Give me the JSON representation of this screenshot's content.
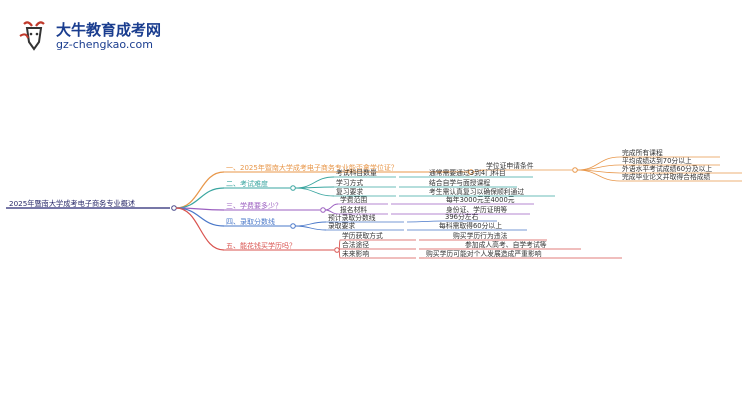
{
  "header": {
    "brand_name": "大牛教育成考网",
    "url": "gz-chengkao.com"
  },
  "mindmap": {
    "root": "2025年暨南大学成考电子商务专业概述",
    "branches": [
      {
        "label": "一、2025年暨南大学成考电子商务专业能否拿学位证？",
        "color": "#e8974a",
        "children": [
          {
            "label": "学位证申请条件",
            "children": [
              "完成所有课程",
              "平均成绩达到70分以上",
              "外语水平考试成绩60分及以上",
              "完成毕业论文并取得合格成绩"
            ]
          }
        ]
      },
      {
        "label": "二、考试难度",
        "color": "#3aa6a0",
        "children": [
          {
            "label": "考试科目数量",
            "children": [
              "通常需要通过3到4门科目"
            ]
          },
          {
            "label": "学习方式",
            "children": [
              "结合自学与面授课程"
            ]
          },
          {
            "label": "复习要求",
            "children": [
              "考生需认真复习以确保顺利通过"
            ]
          }
        ]
      },
      {
        "label": "三、学费要多少？",
        "color": "#9b5fc0",
        "children": [
          {
            "label": "学费范围",
            "children": [
              "每年3000元至4000元"
            ]
          },
          {
            "label": "报名材料",
            "children": [
              "身份证、学历证明等"
            ]
          }
        ]
      },
      {
        "label": "四、录取分数线",
        "color": "#4a78c9",
        "children": [
          {
            "label": "预计录取分数线",
            "children": [
              "396分左右"
            ]
          },
          {
            "label": "录取要求",
            "children": [
              "每科需取得60分以上"
            ]
          }
        ]
      },
      {
        "label": "五、能花钱买学历吗？",
        "color": "#d9534f",
        "children": [
          {
            "label": "学历获取方式",
            "children": [
              "购买学历行为违法"
            ]
          },
          {
            "label": "合法途径",
            "children": [
              "参加成人高考、自学考试等"
            ]
          },
          {
            "label": "未来影响",
            "children": [
              "购买学历可能对个人发展造成严重影响"
            ]
          }
        ]
      }
    ]
  }
}
